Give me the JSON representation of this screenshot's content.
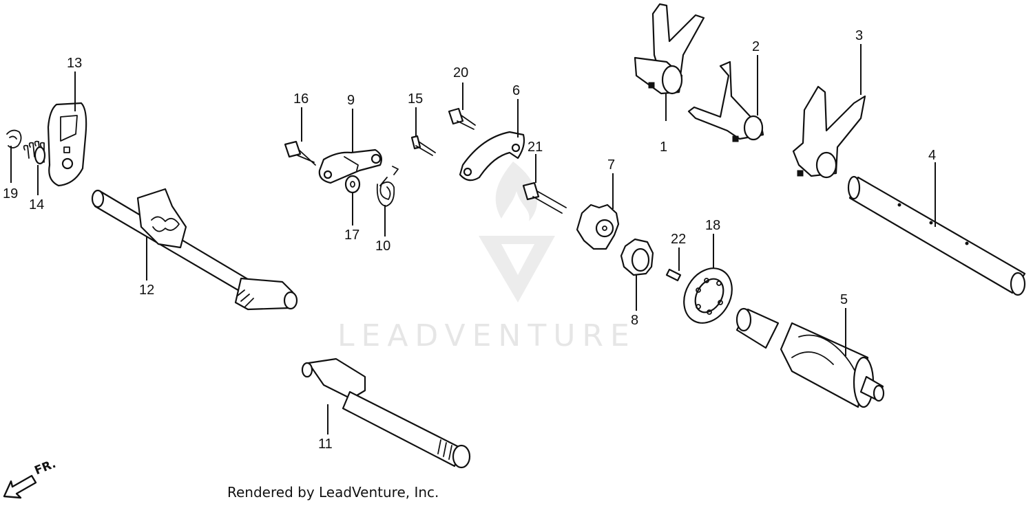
{
  "watermark": {
    "text": "LEADVENTURE"
  },
  "footer": {
    "text": "Rendered by LeadVenture, Inc."
  },
  "direction": {
    "label": "FR."
  },
  "callouts": {
    "c1": "1",
    "c2": "2",
    "c3": "3",
    "c4": "4",
    "c5": "5",
    "c6": "6",
    "c7": "7",
    "c8": "8",
    "c9": "9",
    "c10": "10",
    "c11": "11",
    "c12": "12",
    "c13": "13",
    "c14": "14",
    "c15": "15",
    "c16": "16",
    "c17": "17",
    "c18": "18",
    "c19": "19",
    "c20": "20",
    "c21": "21",
    "c22": "22"
  }
}
